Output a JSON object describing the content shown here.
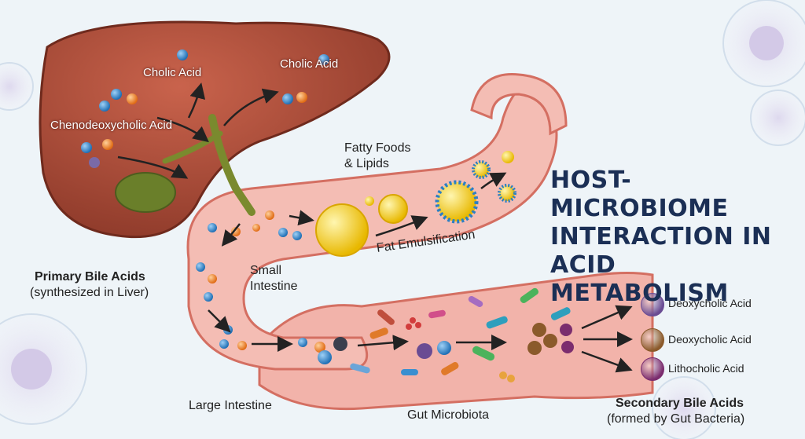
{
  "title_lines": [
    "HOST-MICROBIOME",
    "INTERACTION IN",
    "ACID METABOLISM"
  ],
  "labels": {
    "cholic_left": "Cholic Acid",
    "cholic_right": "Cholic Acid",
    "chenodeoxycholic": "Chenodeoxycholic Acid",
    "fatty_foods_line1": "Fatty Foods",
    "fatty_foods_line2": "& Lipids",
    "fat_emulsification": "Fat Emulsification",
    "small_intestine_line1": "Small",
    "small_intestine_line2": "Intestine",
    "primary_title": "Primary Bile Acids",
    "primary_sub": "(synthesized in Liver)",
    "large_intestine": "Large Intestine",
    "gut_microbiota": "Gut Microbiota",
    "secondary_title": "Secondary Bile Acids",
    "secondary_sub": "(formed by Gut Bacteria)"
  },
  "outputs": [
    {
      "label": "Deoxycholic Acid",
      "color": "#6a4c93"
    },
    {
      "label": "Deoxycholic Acid",
      "color": "#8b5a2b"
    },
    {
      "label": "Lithocholic Acid",
      "color": "#7b2d6e"
    }
  ],
  "colors": {
    "liver": "#b5533f",
    "intestine": "#f0a8a0",
    "bile_blue": "#2b7fc4",
    "bile_orange": "#f0862a",
    "fat": "#f5d21c",
    "title": "#1b2f55"
  }
}
